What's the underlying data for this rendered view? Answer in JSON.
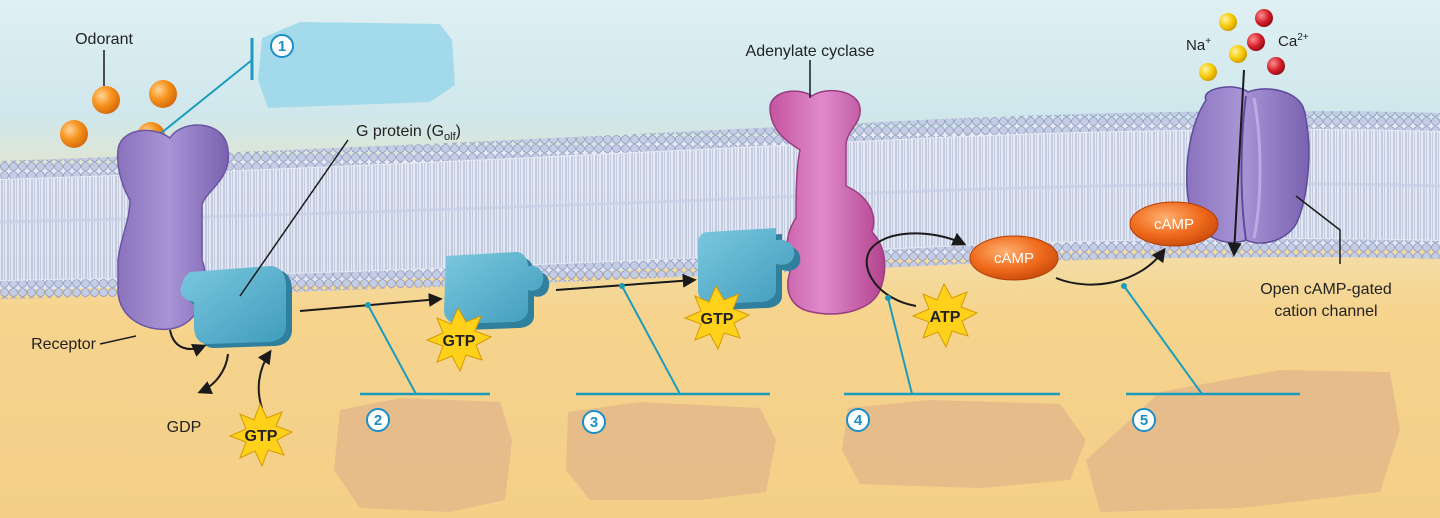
{
  "labels": {
    "odorant": "Odorant",
    "g_protein": "G protein (G",
    "g_protein_sub": "olf",
    "g_protein_close": ")",
    "adenylate_cyclase": "Adenylate cyclase",
    "receptor": "Receptor",
    "gdp": "GDP",
    "channel_line1": "Open cAMP-gated",
    "channel_line2": "cation channel",
    "na": "Na",
    "na_sup": "+",
    "ca": "Ca",
    "ca_sup": "2+"
  },
  "molecules": {
    "gtp": "GTP",
    "atp": "ATP",
    "camp": "cAMP"
  },
  "steps": {
    "s1": "1",
    "s2": "2",
    "s3": "3",
    "s4": "4",
    "s5": "5"
  },
  "colors": {
    "sky": "#cfe9ef",
    "cytoplasm": "#f5d692",
    "membrane_head": "#cdd6ec",
    "receptor": "#9c84c9",
    "g_protein": "#57b3cf",
    "adenylate_cyclase": "#d274bf",
    "channel": "#9e89d4",
    "odorant": "#f08a1e",
    "gtp_star": "#ffd11a",
    "camp": "#e8621a",
    "leader": "#1c9cbd",
    "mask_blue": "#9cd8ea",
    "mask_tan": "#e4b98a"
  }
}
